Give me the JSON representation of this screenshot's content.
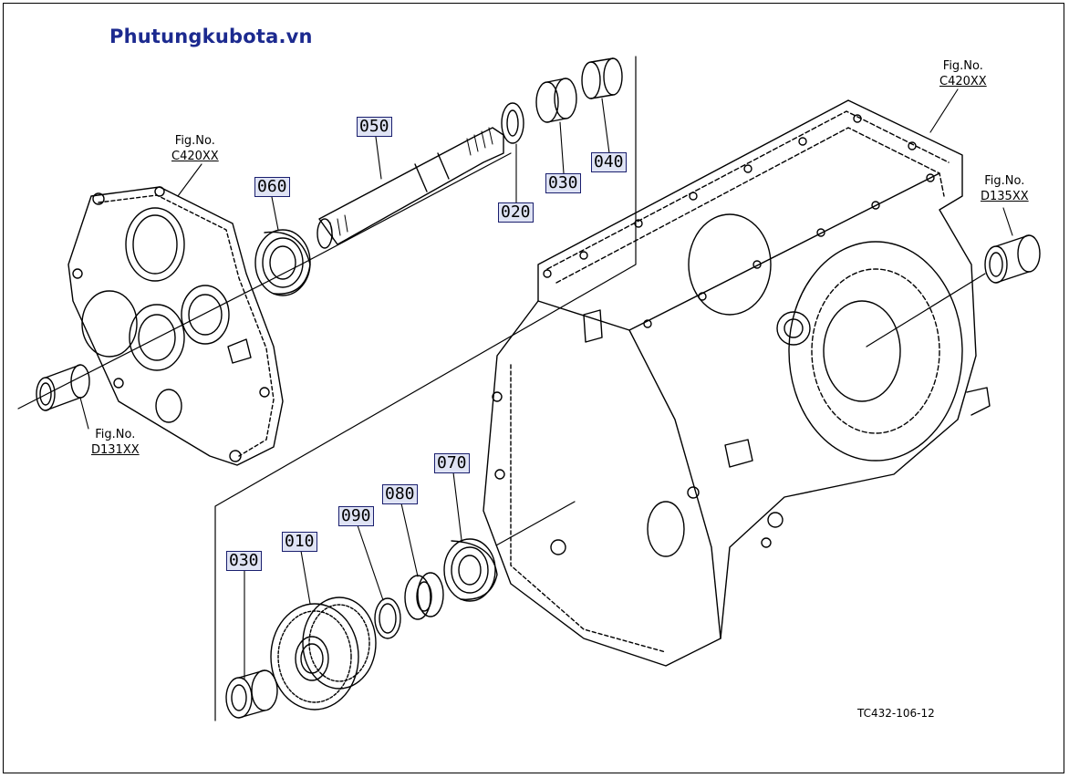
{
  "site": {
    "brand": "Phutungkubota.vn",
    "brand_color": "#1c2a8f"
  },
  "callout_colors": {
    "border": "#1a1f6e",
    "fill": "#dfe3f4"
  },
  "callouts": [
    {
      "id": "050",
      "label": "050"
    },
    {
      "id": "060",
      "label": "060"
    },
    {
      "id": "020",
      "label": "020"
    },
    {
      "id": "030a",
      "label": "030"
    },
    {
      "id": "040",
      "label": "040"
    },
    {
      "id": "070",
      "label": "070"
    },
    {
      "id": "080",
      "label": "080"
    },
    {
      "id": "090",
      "label": "090"
    },
    {
      "id": "010",
      "label": "010"
    },
    {
      "id": "030b",
      "label": "030"
    }
  ],
  "figure_refs": [
    {
      "id": "left-top",
      "title": "Fig.No.",
      "number": "C420XX"
    },
    {
      "id": "left-bottom",
      "title": "Fig.No.",
      "number": "D131XX"
    },
    {
      "id": "right-top",
      "title": "Fig.No.",
      "number": "C420XX"
    },
    {
      "id": "right-mid",
      "title": "Fig.No.",
      "number": "D135XX"
    }
  ],
  "drawing_number": "TC432-106-12"
}
